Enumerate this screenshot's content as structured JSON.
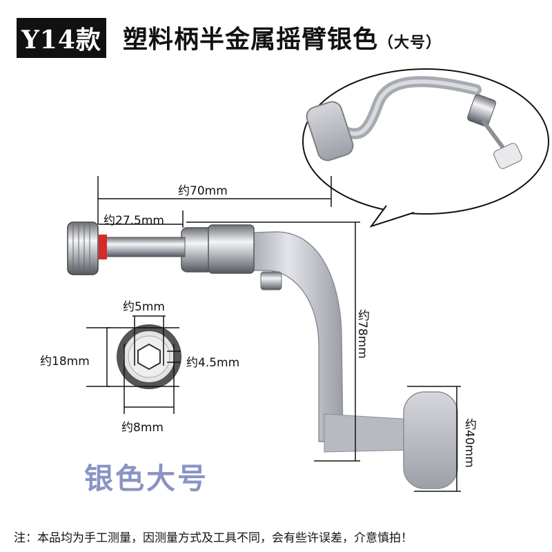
{
  "header": {
    "model": "Y14款",
    "title": "塑料柄半金属摇臂银色",
    "size_suffix": "（大号）"
  },
  "dimensions": {
    "total_width": "约70mm",
    "shaft_length": "约27.5mm",
    "arm_height": "约78mm",
    "knob_length": "约40mm",
    "hex_inner": "约5mm",
    "hex_outer": "约18mm",
    "hole_size": "约4.5mm",
    "bore": "约8mm"
  },
  "color_label": "银色大号",
  "note": "注：本品均为手工测量，因测量方式及工具不同，会有些许误差，介意慎拍！",
  "colors": {
    "badge_bg": "#111111",
    "label_color": "#8a93c4",
    "metal": "#b9bcc4"
  }
}
